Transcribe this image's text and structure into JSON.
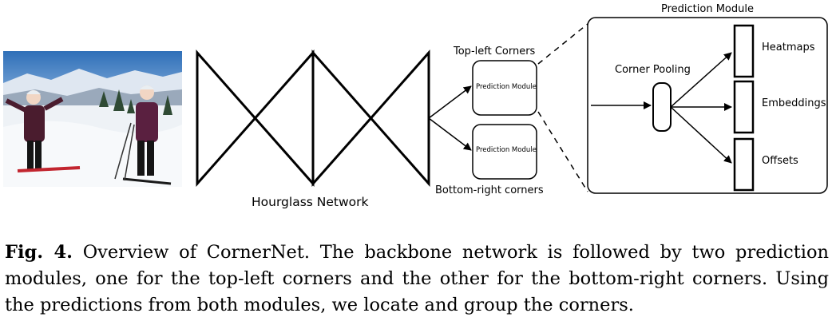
{
  "figure": {
    "photo_alt": "two skiers posing on a snowy mountain",
    "hourglass_label": "Hourglass Network",
    "top_left_label": "Top-left Corners",
    "bottom_right_label": "Bottom-right corners",
    "prediction_module_small": "Prediction Module",
    "detail": {
      "title": "Prediction Module",
      "corner_pooling": "Corner Pooling",
      "outputs": [
        "Heatmaps",
        "Embeddings",
        "Offsets"
      ]
    }
  },
  "caption": {
    "label": "Fig. 4.",
    "text": "Overview of CornerNet. The backbone network is followed by two prediction modules, one for the top-left corners and the other for the bottom-right corners. Using the predictions from both modules, we locate and group the corners."
  }
}
